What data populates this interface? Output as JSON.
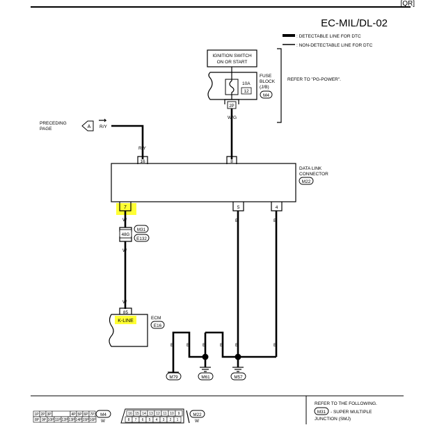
{
  "header": {
    "corner": "[QR]",
    "title": "EC-MIL/DL-02"
  },
  "legend": {
    "detectable": ": DETECTABLE LINE FOR DTC",
    "non_detectable": ": NON-DETECTABLE LINE FOR DTC"
  },
  "ignition": {
    "line1": "IGNITION SWITCH",
    "line2": "ON OR START"
  },
  "fuse": {
    "amp": "10A",
    "number": "12",
    "label1": "FUSE",
    "label2": "BLOCK",
    "label3": "(J/B)",
    "connector": "M4",
    "pin": "2P",
    "wire": "W/G"
  },
  "refer_power": "REFER TO \"PG-POWER\".",
  "preceding": {
    "line1": "PRECEDING",
    "line2": "PAGE",
    "tag": "A",
    "wire": "R/Y"
  },
  "dlc": {
    "label1": "DATA LINK",
    "label2": "CONNECTOR",
    "connector": "M22",
    "pin16": "16",
    "pin16_wire": "R/Y",
    "pin8": "8",
    "pin7": "7",
    "pin7_wire": "W",
    "pin5": "5",
    "pin5_wire": "B",
    "pin4": "4",
    "pin4_wire": "B"
  },
  "joint": {
    "pin": "48G",
    "conn_top": "M31",
    "conn_bottom": "E132",
    "wire_below": "W",
    "wire_above_ecm": "W"
  },
  "ecm": {
    "pin": "85",
    "signal": "K-LINE",
    "label": "ECM",
    "connector": "E16"
  },
  "grounds": {
    "wire": "B",
    "g1": "M79",
    "g2": "M61",
    "g3": "M57"
  },
  "footer": {
    "conn_m4_top": [
      "1P",
      "2P",
      "3P",
      "",
      "4P",
      "5P",
      "6P",
      "7P"
    ],
    "conn_m4_bottom": [
      "8P",
      "9P",
      "10P",
      "11P",
      "12P",
      "13P",
      "14P",
      "15P",
      "16P"
    ],
    "m4": "M4",
    "m4_color": "W",
    "conn_m22_top": [
      "16",
      "15",
      "14",
      "13",
      "12",
      "11",
      "10",
      "9"
    ],
    "conn_m22_bottom": [
      "8",
      "7",
      "6",
      "5",
      "4",
      "3",
      "2",
      "1"
    ],
    "m22": "M22",
    "m22_color": "W",
    "refer1": "REFER TO THE FOLLOWING.",
    "refer_conn": "M31",
    "refer2": "- SUPER MULTIPLE",
    "refer3": "JUNCTION (SMJ)"
  },
  "colors": {
    "highlight": "#ffff33",
    "line": "#000000"
  }
}
